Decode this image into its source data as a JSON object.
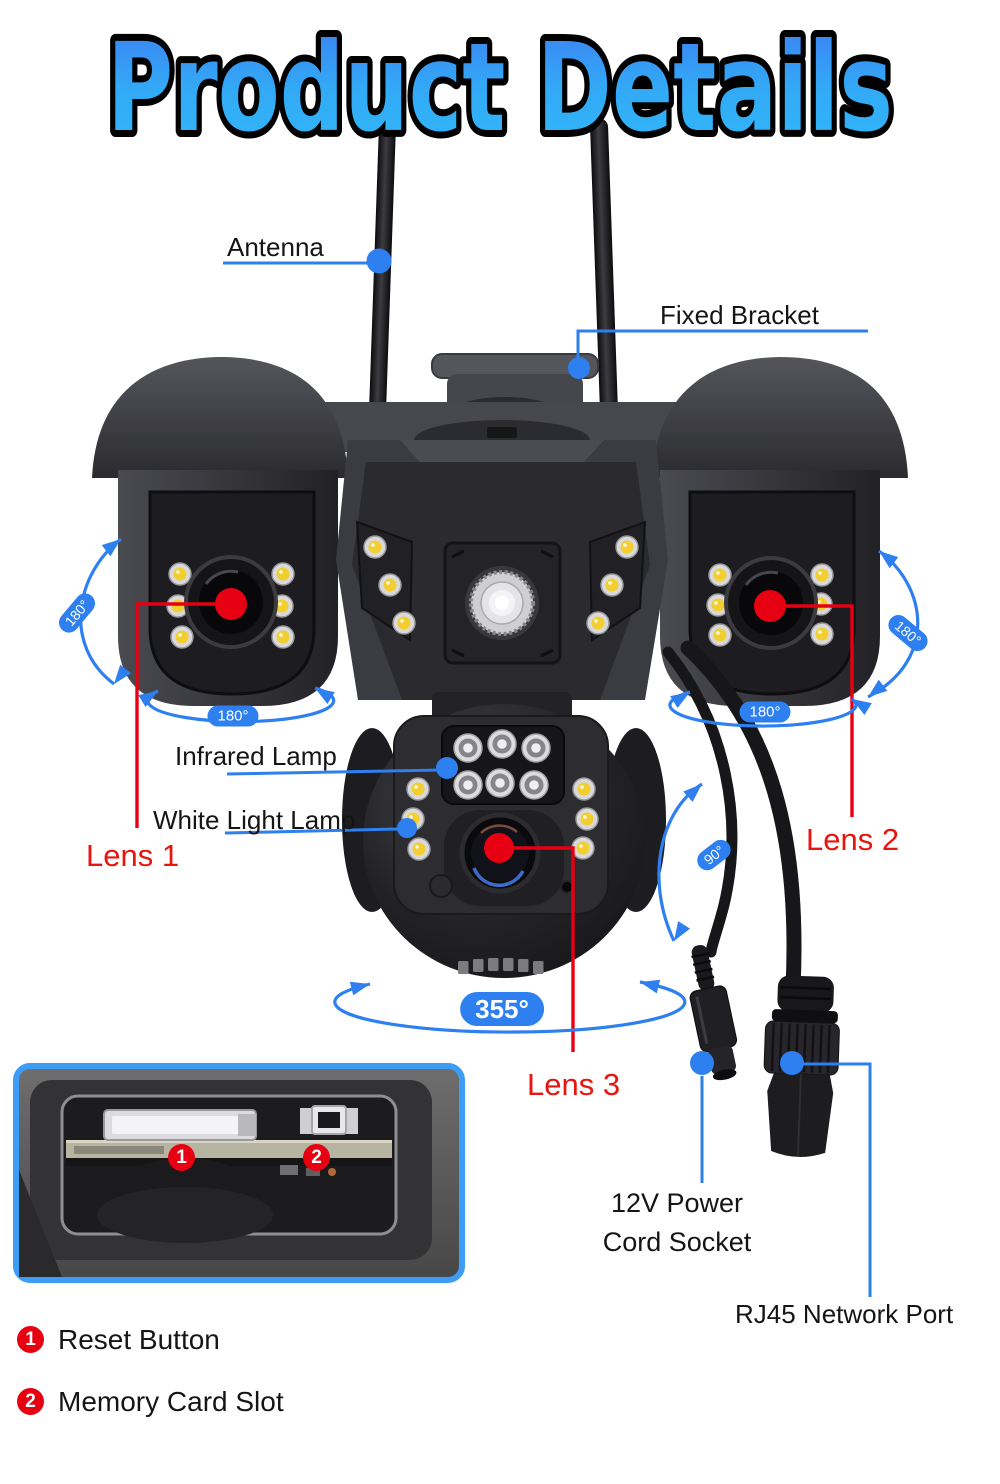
{
  "title": "Product Details",
  "colors": {
    "accent_blue": "#2e7ff0",
    "accent_red": "#e60012",
    "title_top": "#3c7df2",
    "title_bottom": "#30b9f9"
  },
  "callouts": {
    "antenna": "Antenna",
    "fixed_bracket": "Fixed Bracket",
    "infrared_lamp": "Infrared Lamp",
    "white_light_lamp": "White Light Lamp",
    "lens1": "Lens 1",
    "lens2": "Lens 2",
    "lens3": "Lens 3",
    "power_line1": "12V Power",
    "power_line2": "Cord Socket",
    "rj45": "RJ45 Network Port"
  },
  "rotation_badges": {
    "left_tilt": "180°",
    "right_tilt": "180°",
    "left_pan": "180°",
    "right_pan": "180°",
    "ptz_tilt": "90°",
    "ptz_pan": "355°"
  },
  "inset_markers": [
    "1",
    "2"
  ],
  "legend": [
    {
      "num": "1",
      "label": "Reset Button"
    },
    {
      "num": "2",
      "label": "Memory Card Slot"
    }
  ]
}
